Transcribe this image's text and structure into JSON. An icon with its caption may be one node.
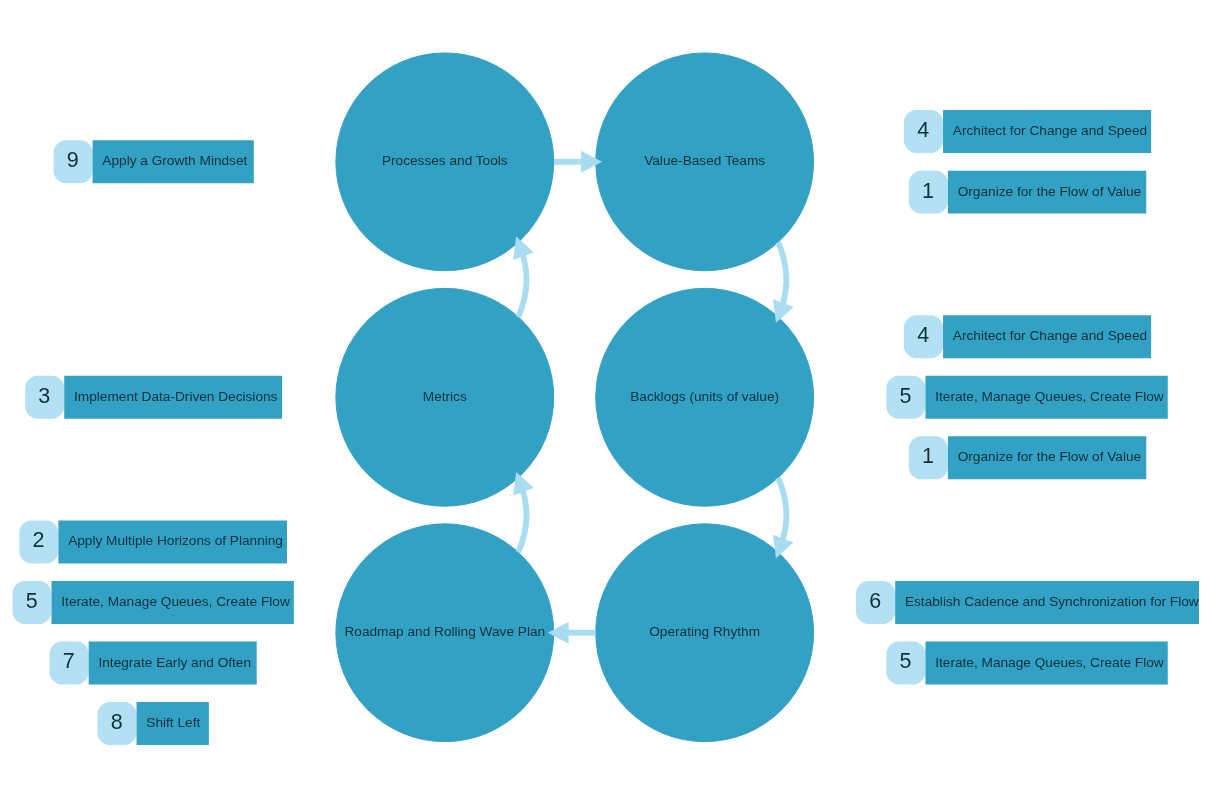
{
  "diagram": {
    "nodes": [
      {
        "text": [
          "Processes and Tools"
        ]
      },
      {
        "text": [
          "Value-Based Teams"
        ]
      },
      {
        "text": [
          "Backlogs (units of value)"
        ]
      },
      {
        "text": [
          "Operating Rhythm"
        ]
      },
      {
        "text": [
          "Roadmap and Rolling Wave Plan"
        ]
      },
      {
        "text": [
          "Metrics"
        ]
      },
      {
        "text": [
          "9",
          "Apply a Growth Mindset"
        ]
      },
      {
        "text": [
          "1",
          "Organize for the Flow of Value"
        ]
      },
      {
        "text": [
          "4",
          "Architect for Change and Speed"
        ]
      },
      {
        "text": [
          "1",
          "Organize for the Flow of Value"
        ]
      },
      {
        "text": [
          "3",
          "Implement Data-Driven Decisions"
        ]
      },
      {
        "text": [
          "4",
          "Architect for Change and Speed"
        ]
      },
      {
        "text": [
          "5",
          "Iterate, Manage Queues, Create Flow"
        ]
      },
      {
        "text": [
          "2",
          "Apply Multiple Horizons of Planning"
        ]
      },
      {
        "text": [
          "5",
          "Iterate, Manage Queues, Create Flow"
        ]
      },
      {
        "text": [
          "5",
          "Iterate, Manage Queues, Create Flow"
        ]
      },
      {
        "text": [
          "7",
          "Integrate Early and Often"
        ]
      },
      {
        "text": [
          "8",
          "Shift Left"
        ]
      },
      {
        "text": [
          "6",
          "Establish Cadence and Synchronization for Flow"
        ]
      }
    ],
    "edges": [
      {
        "from": 0,
        "to": 1,
        "arrow": "to"
      },
      {
        "from": 1,
        "to": 2,
        "arrow": "to"
      },
      {
        "from": 2,
        "to": 3,
        "arrow": "to"
      },
      {
        "from": 3,
        "to": 4,
        "arrow": "to"
      },
      {
        "from": 4,
        "to": 5,
        "arrow": "to"
      },
      {
        "from": 5,
        "to": 0,
        "arrow": "to"
      }
    ]
  }
}
